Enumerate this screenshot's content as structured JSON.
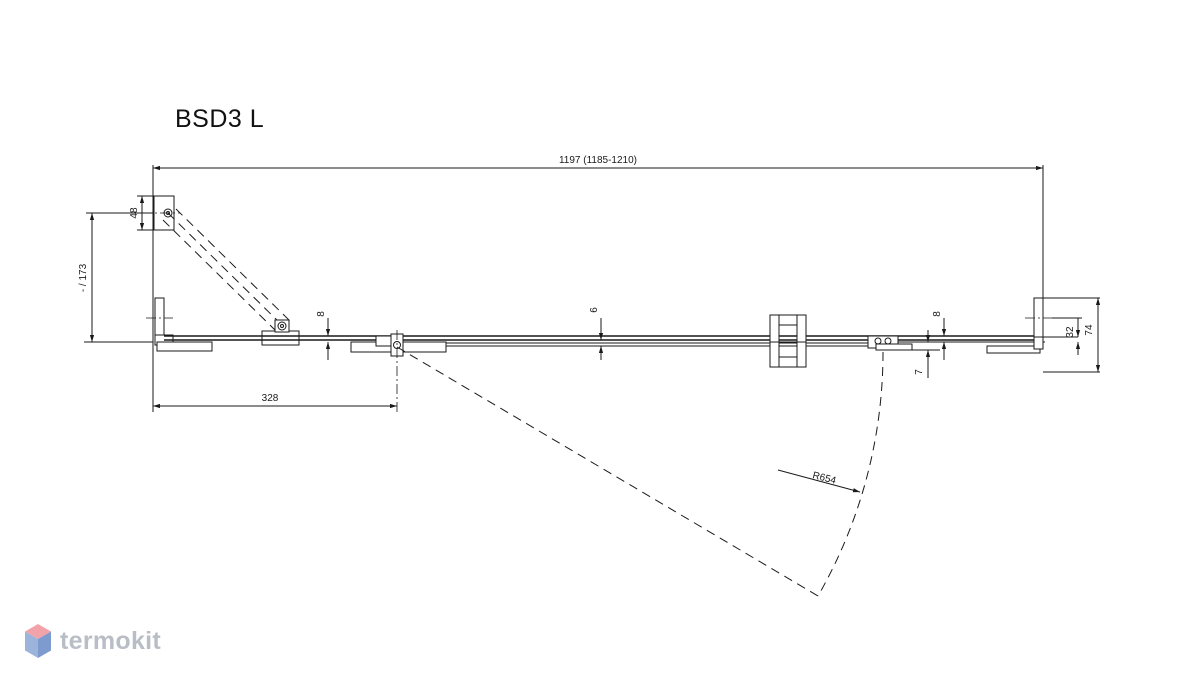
{
  "title": "BSD3 L",
  "dimensions": {
    "overall_width": "1197 (1185-1210)",
    "hinge_offset": "- / 173",
    "wall_profile_top": "48",
    "hinge_distance": "328",
    "glass_gap_left": "8",
    "glass_thickness": "6",
    "glass_gap_right": "8",
    "right_offset": "7",
    "right_profile_small": "32",
    "right_profile_large": "74",
    "door_radius": "R654"
  },
  "watermark": {
    "text": "termokit",
    "colors": {
      "top": "#f2a3a9",
      "left": "#9db4da",
      "right": "#7e9bcf"
    }
  }
}
